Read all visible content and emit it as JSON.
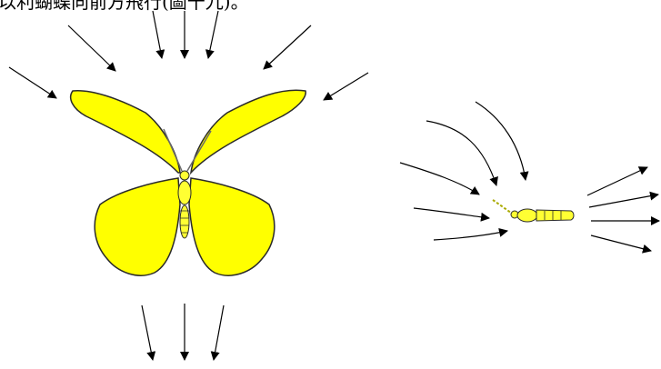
{
  "caption": "以利蝴蝶向前方飛行(圖十九)。",
  "colors": {
    "wing_fill": "#ffff00",
    "wing_outline": "#2a2a2a",
    "body_fill": "#ffff33",
    "arrow": "#000000",
    "background": "#ffffff"
  },
  "icons": [
    "butterfly-front-view",
    "butterfly-side-view",
    "airflow-arrow"
  ]
}
